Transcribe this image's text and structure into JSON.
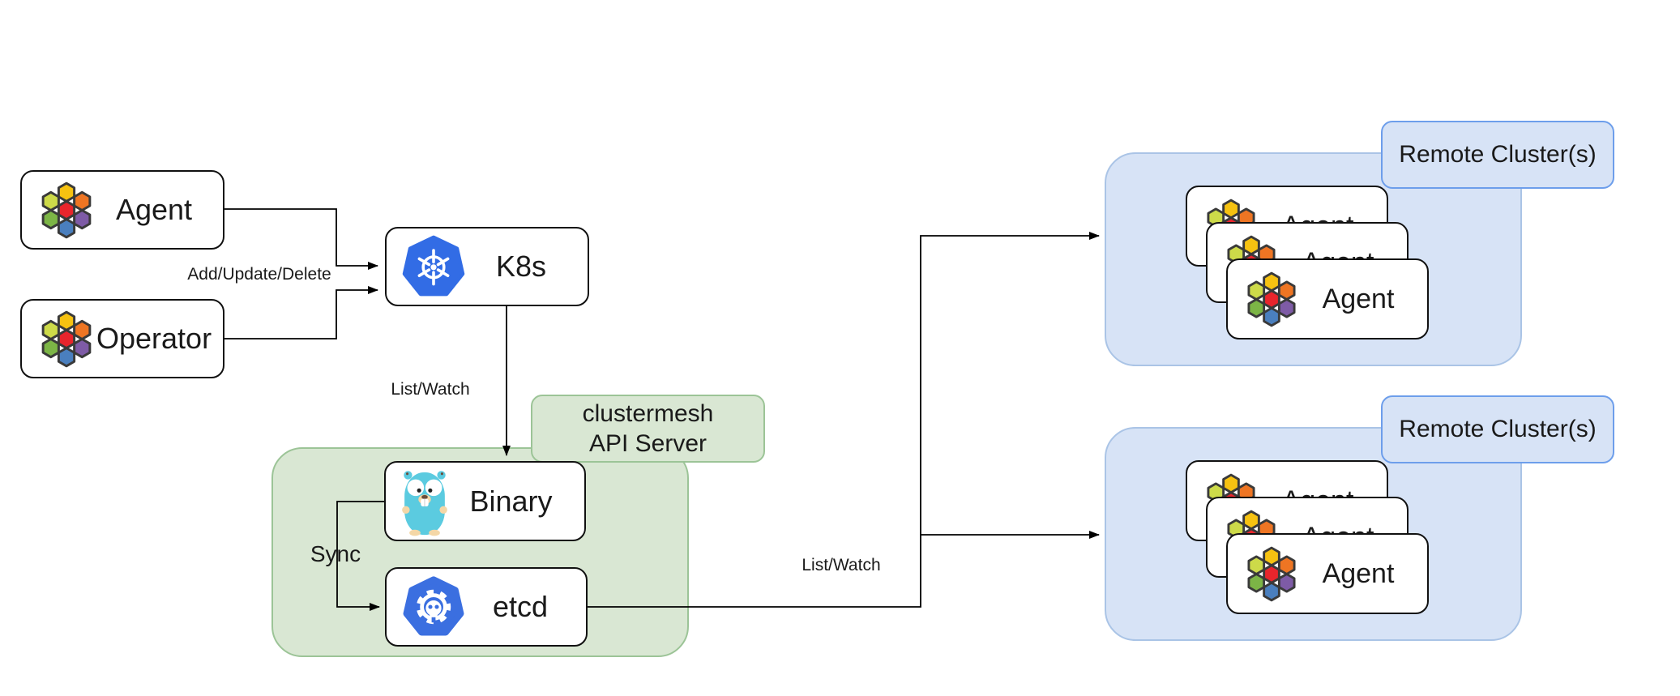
{
  "nodes": {
    "agent": {
      "label": "Agent"
    },
    "operator": {
      "label": "Operator"
    },
    "k8s": {
      "label": "K8s"
    },
    "binary": {
      "label": "Binary"
    },
    "etcd": {
      "label": "etcd"
    }
  },
  "groups": {
    "clustermesh": {
      "label_line1": "clustermesh",
      "label_line2": "API Server"
    },
    "remote_upper": {
      "label": "Remote Cluster(s)",
      "cards": [
        {
          "label": "Agent"
        },
        {
          "label": "Agent"
        },
        {
          "label": "Agent"
        }
      ]
    },
    "remote_lower": {
      "label": "Remote Cluster(s)",
      "cards": [
        {
          "label": "Agent"
        },
        {
          "label": "Agent"
        },
        {
          "label": "Agent"
        }
      ]
    }
  },
  "edges": {
    "add_update_delete": "Add/Update/Delete",
    "list_watch_k8s": "List/Watch",
    "sync": "Sync",
    "list_watch_etcd": "List/Watch"
  },
  "icons": {
    "cilium": "cilium-hexagon-logo",
    "kubernetes": "kubernetes-wheel-logo",
    "gopher": "go-gopher-logo",
    "etcd": "etcd-gear-logo"
  },
  "colors": {
    "green_fill": "#d9e7d3",
    "green_border": "#9cc497",
    "blue_fill": "#d7e3f6",
    "blue_border_strong": "#6d9eeb",
    "blue_border_soft": "#aac4e6",
    "k8s_blue": "#326ce5",
    "etcd_blue": "#3b6fe0",
    "gopher_teal": "#5bcbe0",
    "cilium_yellow": "#f6c211",
    "cilium_orange": "#ee7523",
    "cilium_lime": "#cdda49",
    "cilium_red": "#e8252c",
    "cilium_green": "#7cb546",
    "cilium_purple": "#7e5ba6",
    "cilium_blue": "#4a7fbe",
    "line": "#000000"
  }
}
